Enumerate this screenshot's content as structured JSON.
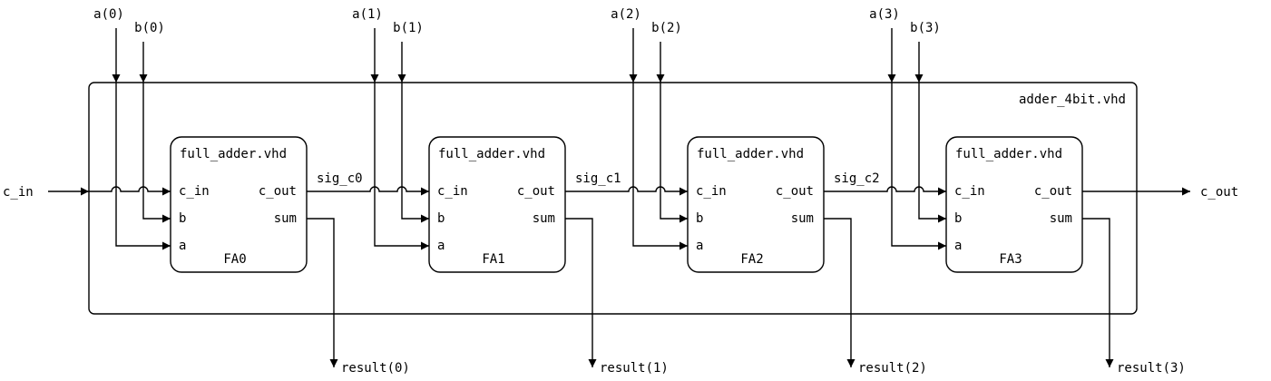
{
  "outer": {
    "label": "adder_4bit.vhd"
  },
  "inputs": {
    "carry_in": "c_in",
    "carry_out": "c_out"
  },
  "adders": [
    {
      "file": "full_adder.vhd",
      "name": "FA0",
      "in_a": "a(0)",
      "in_b": "b(0)",
      "out": "result(0)",
      "carry": "sig_c0"
    },
    {
      "file": "full_adder.vhd",
      "name": "FA1",
      "in_a": "a(1)",
      "in_b": "b(1)",
      "out": "result(1)",
      "carry": "sig_c1"
    },
    {
      "file": "full_adder.vhd",
      "name": "FA2",
      "in_a": "a(2)",
      "in_b": "b(2)",
      "out": "result(2)",
      "carry": "sig_c2"
    },
    {
      "file": "full_adder.vhd",
      "name": "FA3",
      "in_a": "a(3)",
      "in_b": "b(3)",
      "out": "result(3)",
      "carry": ""
    }
  ],
  "ports": {
    "c_in": "c_in",
    "c_out": "c_out",
    "b": "b",
    "sum": "sum",
    "a": "a"
  }
}
